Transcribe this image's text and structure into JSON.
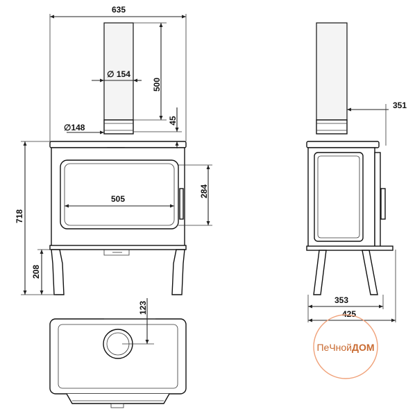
{
  "dimensions": {
    "overall_width": "635",
    "flue_diameter_outer": "154",
    "flue_height": "500",
    "collar_diameter": "148",
    "collar_height": "45",
    "total_height": "718",
    "leg_height": "208",
    "window_width": "505",
    "window_height": "284",
    "side_flue_offset": "351",
    "side_depth_inner": "353",
    "side_depth_overall": "425",
    "top_flue_offset": "123"
  },
  "diameter_symbol": "∅",
  "logo": {
    "part1": "ПеЧной",
    "part2": "ДОМ",
    "color": "#e8844a",
    "text_color": "#c96a30"
  }
}
